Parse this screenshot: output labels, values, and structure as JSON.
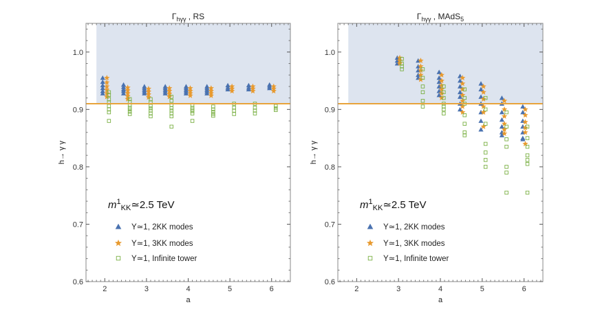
{
  "colors": {
    "band": "#dde4ef",
    "threshold": "#e8a33a",
    "two_kk": "#4a72b0",
    "three_kk": "#e89a2f",
    "infinite": "#7ab043",
    "frame": "#888888"
  },
  "chart_data": [
    {
      "type": "scatter",
      "title_main": "Γ",
      "title_sub": "hγγ",
      "title_rest": " , RS",
      "xlabel": "a",
      "ylabel": "h→ γ γ",
      "xlim": [
        1.55,
        6.45
      ],
      "ylim": [
        0.6,
        1.05
      ],
      "xticks": [
        "2",
        "3",
        "4",
        "5",
        "6"
      ],
      "yticks": [
        "0.6",
        "0.7",
        "0.8",
        "0.9",
        "1.0"
      ],
      "shaded_x_from": 1.8,
      "threshold_y": 0.91,
      "annotation": {
        "m": "m",
        "sup": "1",
        "sub": "KK",
        "rest": "≃2.5 TeV"
      },
      "legend": [
        "Y≃1, 2KK modes",
        "Y≃1, 3KK modes",
        "Y≃1, Infinite tower"
      ],
      "series": [
        {
          "name": "Y≃1, 2KK modes",
          "marker": "triangle",
          "x": [
            1.95,
            1.95,
            1.95,
            1.95,
            1.95,
            1.95,
            2.45,
            2.45,
            2.45,
            2.45,
            2.45,
            2.95,
            2.95,
            2.95,
            2.95,
            2.95,
            3.45,
            3.45,
            3.45,
            3.45,
            3.45,
            3.95,
            3.95,
            3.95,
            3.95,
            3.95,
            4.45,
            4.45,
            4.45,
            4.45,
            4.45,
            4.95,
            4.95,
            4.95,
            5.45,
            5.45,
            5.45,
            5.95,
            5.95,
            5.95
          ],
          "y": [
            0.955,
            0.948,
            0.942,
            0.937,
            0.932,
            0.928,
            0.943,
            0.939,
            0.935,
            0.932,
            0.928,
            0.94,
            0.937,
            0.934,
            0.931,
            0.928,
            0.94,
            0.937,
            0.934,
            0.931,
            0.928,
            0.94,
            0.937,
            0.934,
            0.931,
            0.928,
            0.94,
            0.937,
            0.934,
            0.931,
            0.928,
            0.942,
            0.938,
            0.935,
            0.942,
            0.938,
            0.935,
            0.943,
            0.94,
            0.937
          ]
        },
        {
          "name": "Y≃1, 3KK modes",
          "marker": "star",
          "x": [
            2.05,
            2.05,
            2.05,
            2.05,
            2.05,
            2.05,
            2.55,
            2.55,
            2.55,
            2.55,
            2.55,
            3.05,
            3.05,
            3.05,
            3.05,
            3.55,
            3.55,
            3.55,
            3.55,
            4.05,
            4.05,
            4.05,
            4.05,
            4.55,
            4.55,
            4.55,
            4.55,
            5.05,
            5.05,
            5.05,
            5.55,
            5.55,
            5.55,
            6.05,
            6.05,
            6.05
          ],
          "y": [
            0.955,
            0.947,
            0.94,
            0.934,
            0.928,
            0.922,
            0.938,
            0.933,
            0.928,
            0.923,
            0.918,
            0.936,
            0.931,
            0.926,
            0.921,
            0.937,
            0.932,
            0.927,
            0.922,
            0.937,
            0.932,
            0.928,
            0.924,
            0.937,
            0.932,
            0.928,
            0.924,
            0.94,
            0.936,
            0.932,
            0.94,
            0.936,
            0.932,
            0.94,
            0.936,
            0.932
          ]
        },
        {
          "name": "Y≃1, Infinite tower",
          "marker": "square",
          "x": [
            2.1,
            2.1,
            2.1,
            2.1,
            2.1,
            2.1,
            2.1,
            2.1,
            2.6,
            2.6,
            2.6,
            2.6,
            2.6,
            2.6,
            2.6,
            3.1,
            3.1,
            3.1,
            3.1,
            3.1,
            3.1,
            3.1,
            3.6,
            3.6,
            3.6,
            3.6,
            3.6,
            3.6,
            3.6,
            3.6,
            4.1,
            4.1,
            4.1,
            4.1,
            4.1,
            4.1,
            4.6,
            4.6,
            4.6,
            4.6,
            4.6,
            5.1,
            5.1,
            5.1,
            5.1,
            5.6,
            5.6,
            5.6,
            5.6,
            6.1,
            6.1,
            6.1
          ],
          "y": [
            0.93,
            0.925,
            0.918,
            0.912,
            0.906,
            0.9,
            0.895,
            0.88,
            0.918,
            0.913,
            0.908,
            0.903,
            0.9,
            0.896,
            0.892,
            0.918,
            0.912,
            0.906,
            0.902,
            0.898,
            0.893,
            0.888,
            0.922,
            0.915,
            0.908,
            0.902,
            0.898,
            0.893,
            0.888,
            0.87,
            0.908,
            0.903,
            0.9,
            0.897,
            0.893,
            0.88,
            0.905,
            0.9,
            0.896,
            0.892,
            0.889,
            0.91,
            0.903,
            0.898,
            0.892,
            0.91,
            0.903,
            0.898,
            0.893,
            0.906,
            0.902,
            0.899
          ]
        }
      ]
    },
    {
      "type": "scatter",
      "title_main": "Γ",
      "title_sub": "hγγ",
      "title_rest": " , MAdS",
      "title_tail_sub": "5",
      "xlabel": "a",
      "ylabel": "h→ γ γ",
      "xlim": [
        1.55,
        6.45
      ],
      "ylim": [
        0.6,
        1.05
      ],
      "xticks": [
        "2",
        "3",
        "4",
        "5",
        "6"
      ],
      "yticks": [
        "0.6",
        "0.7",
        "0.8",
        "0.9",
        "1.0"
      ],
      "shaded_x_from": 1.8,
      "threshold_y": 0.91,
      "annotation": {
        "m": "m",
        "sup": "1",
        "sub": "KK",
        "rest": "≃2.5 TeV"
      },
      "legend": [
        "Y≃1, 2KK modes",
        "Y≃1, 3KK modes",
        "Y≃1, Infinite tower"
      ],
      "series": [
        {
          "name": "Y≃1, 2KK modes",
          "marker": "triangle",
          "x": [
            2.97,
            2.97,
            2.97,
            3.47,
            3.47,
            3.47,
            3.47,
            3.47,
            3.97,
            3.97,
            3.97,
            3.97,
            3.97,
            3.97,
            4.47,
            4.47,
            4.47,
            4.47,
            4.47,
            4.47,
            4.47,
            4.97,
            4.97,
            4.97,
            4.97,
            4.97,
            4.97,
            4.97,
            5.47,
            5.47,
            5.47,
            5.47,
            5.47,
            5.47,
            5.47,
            5.97,
            5.97,
            5.97,
            5.97,
            5.97,
            5.97,
            5.97
          ],
          "y": [
            0.99,
            0.985,
            0.98,
            0.985,
            0.975,
            0.968,
            0.96,
            0.955,
            0.965,
            0.955,
            0.948,
            0.94,
            0.932,
            0.925,
            0.958,
            0.95,
            0.94,
            0.93,
            0.922,
            0.91,
            0.9,
            0.945,
            0.935,
            0.922,
            0.91,
            0.895,
            0.88,
            0.865,
            0.92,
            0.91,
            0.895,
            0.882,
            0.87,
            0.86,
            0.855,
            0.905,
            0.895,
            0.88,
            0.87,
            0.86,
            0.85,
            0.848
          ]
        },
        {
          "name": "Y≃1, 3KK modes",
          "marker": "star",
          "x": [
            3.03,
            3.03,
            3.03,
            3.53,
            3.53,
            3.53,
            3.53,
            3.53,
            4.03,
            4.03,
            4.03,
            4.03,
            4.03,
            4.03,
            4.53,
            4.53,
            4.53,
            4.53,
            4.53,
            4.53,
            4.53,
            5.03,
            5.03,
            5.03,
            5.03,
            5.03,
            5.03,
            5.53,
            5.53,
            5.53,
            5.53,
            5.53,
            5.53,
            6.03,
            6.03,
            6.03,
            6.03,
            6.03,
            6.03
          ],
          "y": [
            0.99,
            0.985,
            0.98,
            0.985,
            0.975,
            0.968,
            0.96,
            0.952,
            0.96,
            0.95,
            0.942,
            0.935,
            0.928,
            0.92,
            0.955,
            0.945,
            0.935,
            0.925,
            0.915,
            0.905,
            0.895,
            0.94,
            0.93,
            0.918,
            0.905,
            0.895,
            0.87,
            0.915,
            0.9,
            0.888,
            0.875,
            0.865,
            0.858,
            0.9,
            0.89,
            0.878,
            0.868,
            0.86,
            0.84
          ]
        },
        {
          "name": "Y≃1, Infinite tower",
          "marker": "square",
          "x": [
            3.08,
            3.08,
            3.08,
            3.08,
            3.58,
            3.58,
            3.58,
            3.58,
            3.58,
            3.58,
            4.08,
            4.08,
            4.08,
            4.08,
            4.08,
            4.08,
            4.08,
            4.58,
            4.58,
            4.58,
            4.58,
            4.58,
            4.58,
            4.58,
            5.08,
            5.08,
            5.08,
            5.08,
            5.08,
            5.08,
            5.08,
            5.58,
            5.58,
            5.58,
            5.58,
            5.58,
            5.58,
            5.58,
            6.08,
            6.08,
            6.08,
            6.08,
            6.08,
            6.08,
            6.08
          ],
          "y": [
            0.988,
            0.98,
            0.975,
            0.97,
            0.97,
            0.955,
            0.94,
            0.93,
            0.915,
            0.905,
            0.94,
            0.93,
            0.92,
            0.91,
            0.905,
            0.9,
            0.893,
            0.935,
            0.92,
            0.91,
            0.89,
            0.875,
            0.86,
            0.855,
            0.92,
            0.9,
            0.875,
            0.84,
            0.825,
            0.812,
            0.8,
            0.895,
            0.87,
            0.848,
            0.835,
            0.8,
            0.79,
            0.755,
            0.87,
            0.85,
            0.835,
            0.82,
            0.812,
            0.805,
            0.755
          ]
        }
      ]
    }
  ]
}
